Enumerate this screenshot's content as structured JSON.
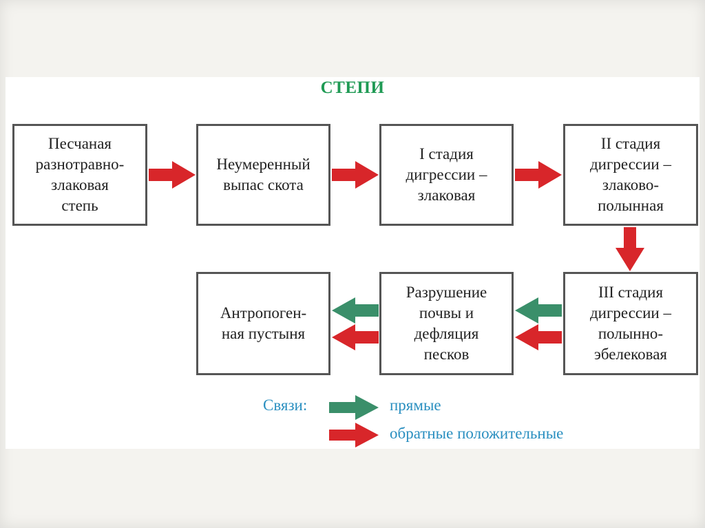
{
  "title": "СТЕПИ",
  "boxes": {
    "sandy_steppe": "Песчаная\nразнотравно-\nзлаковая\nстепь",
    "overgrazing": "Неумеренный\nвыпас скота",
    "stage1": "I стадия\nдигрессии –\nзлаковая",
    "stage2": "II стадия\nдигрессии –\nзлаково-\nполынная",
    "stage3": "III стадия\nдигрессии –\nполынно-\nэбелековая",
    "soil_destruction": "Разрушение\nпочвы и\nдефляция\nпесков",
    "desert": "Антропоген-\nная пустыня"
  },
  "legend": {
    "label": "Связи:",
    "direct": "прямые",
    "positive_feedback": "обратные положительные"
  },
  "colors": {
    "title": "#1f9a54",
    "direct_arrow": "#3a8f6a",
    "feedback_arrow": "#d8262a",
    "legend_text": "#2a8fc0",
    "box_border": "#555555"
  }
}
